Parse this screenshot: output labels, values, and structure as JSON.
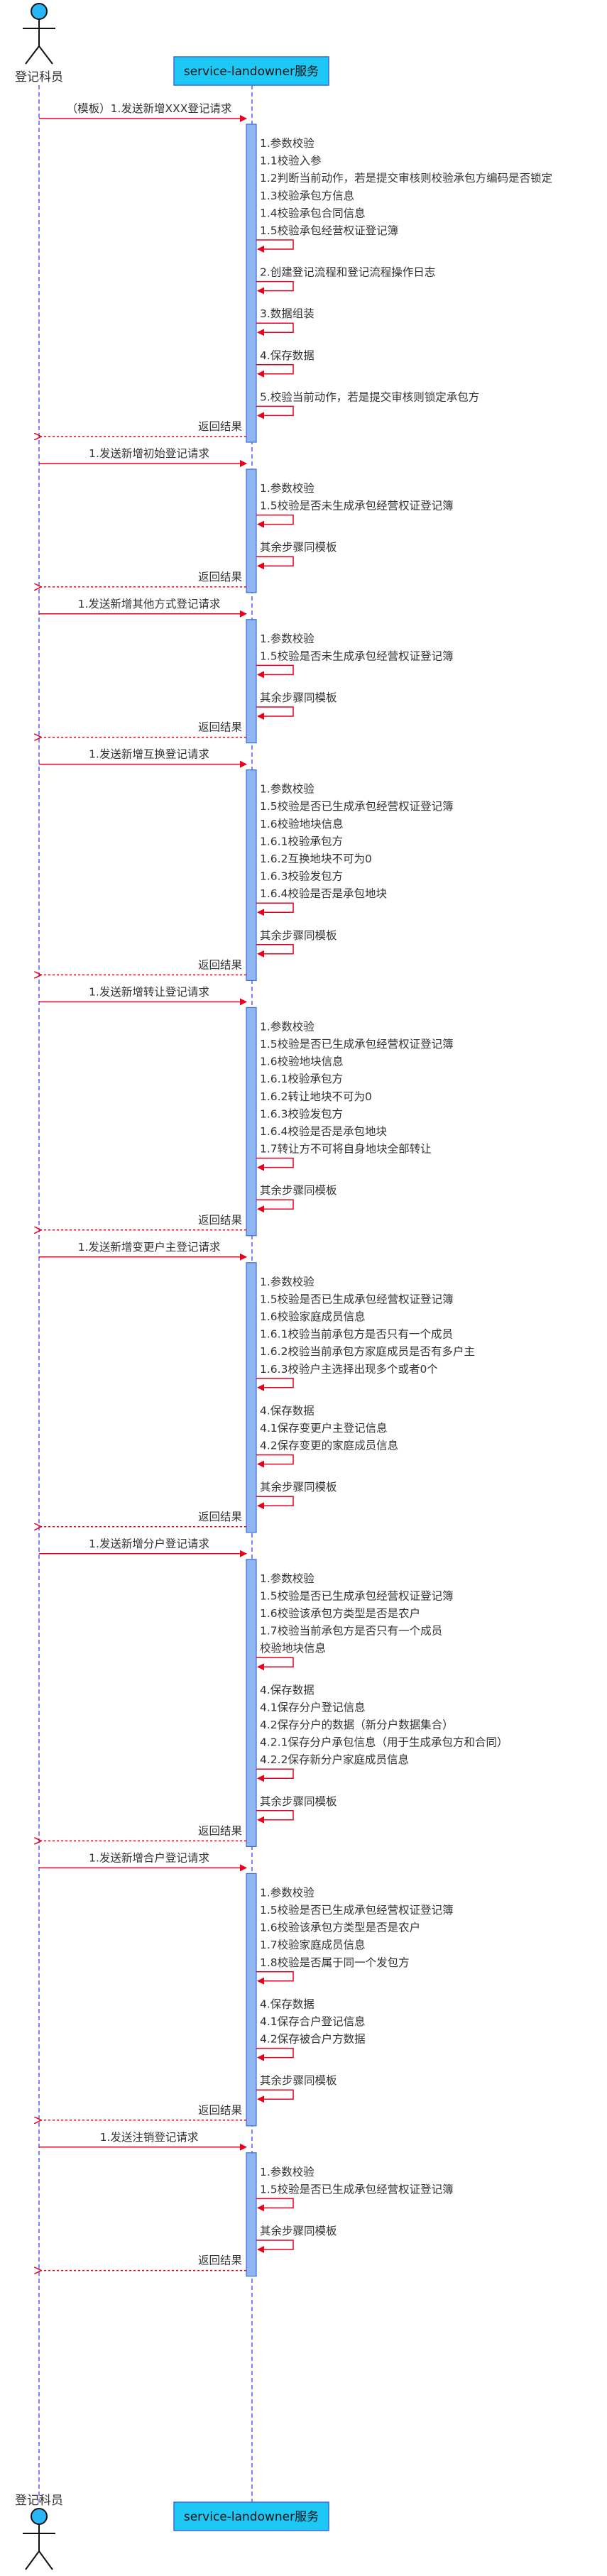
{
  "participants": {
    "actor": "登记科员",
    "service": "service-landowner服务"
  },
  "sections": [
    {
      "request": "（模板）1.发送新增XXX登记请求",
      "groups": [
        [
          "1.参数校验",
          "1.1校验入参",
          "1.2判断当前动作，若是提交审核则校验承包方编码是否锁定",
          "1.3校验承包方信息",
          "1.4校验承包合同信息",
          "1.5校验承包经营权证登记簿"
        ],
        [
          "2.创建登记流程和登记流程操作日志"
        ],
        [
          "3.数据组装"
        ],
        [
          "4.保存数据"
        ],
        [
          "5.校验当前动作，若是提交审核则锁定承包方"
        ]
      ],
      "response": "返回结果"
    },
    {
      "request": "1.发送新增初始登记请求",
      "groups": [
        [
          "1.参数校验",
          "1.5校验是否未生成承包经营权证登记簿"
        ],
        [
          "其余步骤同模板"
        ]
      ],
      "response": "返回结果"
    },
    {
      "request": "1.发送新增其他方式登记请求",
      "groups": [
        [
          "1.参数校验",
          "1.5校验是否未生成承包经营权证登记簿"
        ],
        [
          "其余步骤同模板"
        ]
      ],
      "response": "返回结果"
    },
    {
      "request": "1.发送新增互换登记请求",
      "groups": [
        [
          "1.参数校验",
          "1.5校验是否已生成承包经营权证登记簿",
          "1.6校验地块信息",
          "1.6.1校验承包方",
          "1.6.2互换地块不可为0",
          "1.6.3校验发包方",
          "1.6.4校验是否是承包地块"
        ],
        [
          "其余步骤同模板"
        ]
      ],
      "response": "返回结果"
    },
    {
      "request": "1.发送新增转让登记请求",
      "groups": [
        [
          "1.参数校验",
          "1.5校验是否已生成承包经营权证登记簿",
          "1.6校验地块信息",
          "1.6.1校验承包方",
          "1.6.2转让地块不可为0",
          "1.6.3校验发包方",
          "1.6.4校验是否是承包地块",
          "1.7转让方不可将自身地块全部转让"
        ],
        [
          "其余步骤同模板"
        ]
      ],
      "response": "返回结果"
    },
    {
      "request": "1.发送新增变更户主登记请求",
      "groups": [
        [
          "1.参数校验",
          "1.5校验是否已生成承包经营权证登记簿",
          "1.6校验家庭成员信息",
          "1.6.1校验当前承包方是否只有一个成员",
          "1.6.2校验当前承包方家庭成员是否有多户主",
          "1.6.3校验户主选择出现多个或者0个"
        ],
        [
          "4.保存数据",
          "4.1保存变更户主登记信息",
          "4.2保存变更的家庭成员信息"
        ],
        [
          "其余步骤同模板"
        ]
      ],
      "response": "返回结果"
    },
    {
      "request": "1.发送新增分户登记请求",
      "groups": [
        [
          "1.参数校验",
          "1.5校验是否已生成承包经营权证登记簿",
          "1.6校验该承包方类型是否是农户",
          "1.7校验当前承包方是否只有一个成员",
          "校验地块信息"
        ],
        [
          "4.保存数据",
          "4.1保存分户登记信息",
          "4.2保存分户的数据（新分户数据集合）",
          "4.2.1保存分户承包信息（用于生成承包方和合同）",
          "4.2.2保存新分户家庭成员信息"
        ],
        [
          "其余步骤同模板"
        ]
      ],
      "response": "返回结果"
    },
    {
      "request": "1.发送新增合户登记请求",
      "groups": [
        [
          "1.参数校验",
          "1.5校验是否已生成承包经营权证登记簿",
          "1.6校验该承包方类型是否是农户",
          "1.7校验家庭成员信息",
          "1.8校验是否属于同一个发包方"
        ],
        [
          "4.保存数据",
          "4.1保存合户登记信息",
          "4.2保存被合户方数据"
        ],
        [
          "其余步骤同模板"
        ]
      ],
      "response": "返回结果"
    },
    {
      "request": "1.发送注销登记请求",
      "groups": [
        [
          "1.参数校验",
          "1.5校验是否已生成承包经营权证登记簿"
        ],
        [
          "其余步骤同模板"
        ]
      ],
      "response": "返回结果"
    }
  ],
  "colors": {
    "lifeline": "#3333ff",
    "request_arrow": "#e8001c",
    "activation_fill": "#8fb6f2",
    "activation_stroke": "#3b6ad6",
    "participant_fill": "#1ec8f5",
    "text": "#333333"
  },
  "icons": {
    "actor": "stick-figure-icon"
  }
}
